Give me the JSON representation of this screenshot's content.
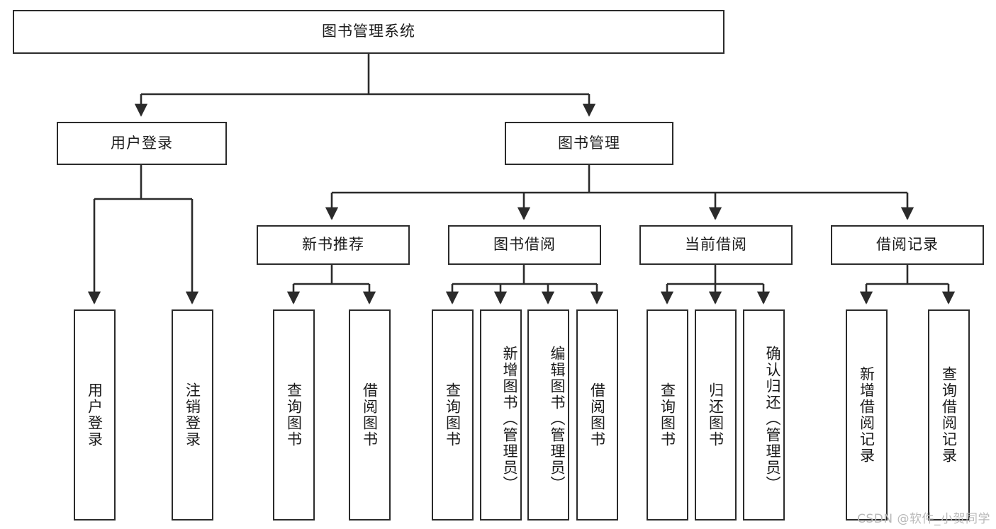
{
  "diagram": {
    "title": "图书管理系统",
    "watermark": "CSDN @软件_小贺同学",
    "type": "hierarchy-tree",
    "levels": 4,
    "root": {
      "label": "图书管理系统"
    },
    "level2": [
      {
        "label": "用户登录"
      },
      {
        "label": "图书管理"
      }
    ],
    "level3": [
      {
        "label": "新书推荐",
        "parent": "图书管理"
      },
      {
        "label": "图书借阅",
        "parent": "图书管理"
      },
      {
        "label": "当前借阅",
        "parent": "图书管理"
      },
      {
        "label": "借阅记录",
        "parent": "图书管理"
      }
    ],
    "leaves_user_login": [
      {
        "label": "用户登录"
      },
      {
        "label": "注销登录"
      }
    ],
    "leaves_new_book": [
      {
        "label": "查询图书"
      },
      {
        "label": "借阅图书"
      }
    ],
    "leaves_borrow": [
      {
        "label": "查询图书"
      },
      {
        "label": "新增图书（管理员）"
      },
      {
        "label": "编辑图书（管理员）"
      },
      {
        "label": "借阅图书"
      }
    ],
    "leaves_current": [
      {
        "label": "查询图书"
      },
      {
        "label": "归还图书"
      },
      {
        "label": "确认归还（管理员）"
      }
    ],
    "leaves_record": [
      {
        "label": "新增借阅记录"
      },
      {
        "label": "查询借阅记录"
      }
    ],
    "colors": {
      "stroke": "#2b2b2b",
      "fill": "#ffffff",
      "text": "#1a1a1a",
      "watermark": "#b9b9b9"
    }
  }
}
